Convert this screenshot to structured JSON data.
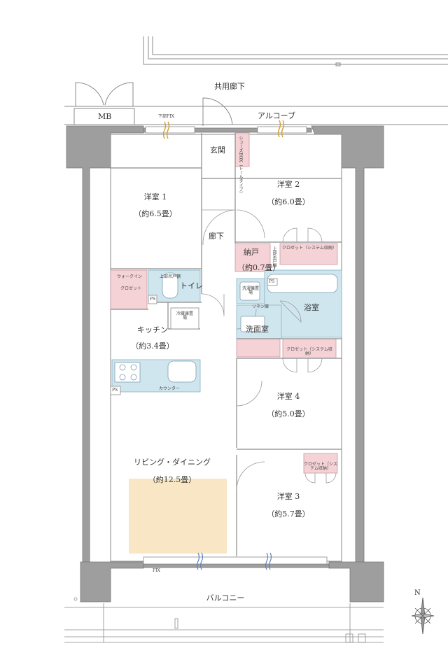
{
  "labels": {
    "corridor": "共用廊下",
    "alcove": "アルコーブ",
    "mb": "MB",
    "fix_top": "下部FIX",
    "genkan": "玄関",
    "shoes_box": "シューズBOX（トールタイプ）",
    "room1_name": "洋室 1",
    "room1_size": "（約6.5畳）",
    "room2_name": "洋室 2",
    "room2_size": "（約6.0畳）",
    "hallway": "廊下",
    "closet_sys_1": "クロゼット（システム収納）",
    "nando_name": "納戸",
    "nando_size": "（約0.7畳）",
    "upper_shelf": "上部吊戸棚",
    "walkin": "ウォークイン",
    "closet": "クロゼット",
    "upper_cabinet": "上部吊戸棚",
    "toilet": "トイレ",
    "ps1": "PS",
    "ps2": "PS",
    "ps3": "PS",
    "washer": "洗濯機置場",
    "linen": "リネン庫",
    "bath": "浴室",
    "fridge": "冷蔵庫置場",
    "kitchen_name": "キッチン",
    "kitchen_size": "（約3.4畳）",
    "washroom": "洗面室",
    "closet_sys_2": "クロゼット（システム収納）",
    "counter": "カウンター",
    "room4_name": "洋室 4",
    "room4_size": "（約5.0畳）",
    "ld_name": "リビング・ダイニング",
    "ld_size": "（約12.5畳）",
    "closet_sys_3": "クロゼット（システム収納）",
    "room3_name": "洋室 3",
    "room3_size": "（約5.7畳）",
    "fix_bottom": "FIX",
    "balcony": "バルコニー",
    "north": "N"
  },
  "colors": {
    "storage_pink": "#f4d2d6",
    "wet_blue": "#cfe6ef",
    "floor_beige": "#f8e6c5",
    "wall_gray": "#9e9e9e",
    "line": "#8a8a8a"
  }
}
